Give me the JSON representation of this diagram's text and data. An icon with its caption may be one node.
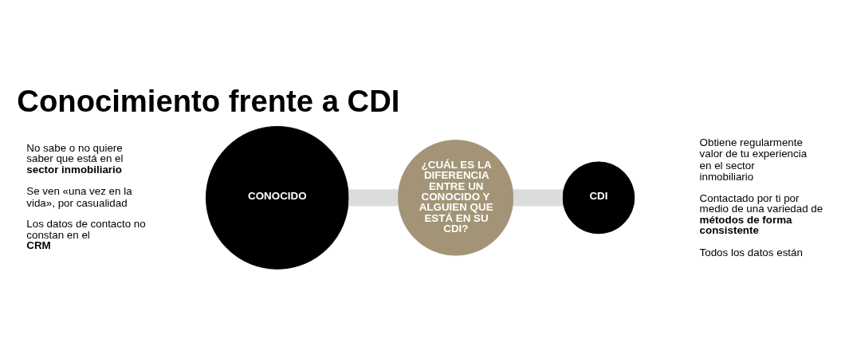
{
  "diagram": {
    "title": "Conocimiento frente a CDI",
    "nodes": [
      {
        "text": [
          "CONOCIDO"
        ],
        "beside": [
          "No sabe o no quiere saber que está en el **sector inmobiliario**",
          "Se ven «una vez en la vida», por casualidad",
          "Los datos de contacto no constan en el **CRM**"
        ]
      },
      {
        "text": [
          "¿CUÁL ES LA DIFERENCIA ENTRE UN CONOCIDO Y ALGUIEN QUE ESTÁ EN SU CDI?"
        ]
      },
      {
        "text": [
          "CDI"
        ],
        "beside": [
          "Obtiene regularmente valor de tu experiencia en el sector inmobiliario",
          "Contactado por ti por medio de una variedad de **métodos de forma consistente**",
          "Todos los datos están"
        ]
      }
    ],
    "edges": [
      {
        "from": 0,
        "to": 1,
        "arrow": "none"
      },
      {
        "from": 1,
        "to": 2,
        "arrow": "none"
      }
    ]
  }
}
